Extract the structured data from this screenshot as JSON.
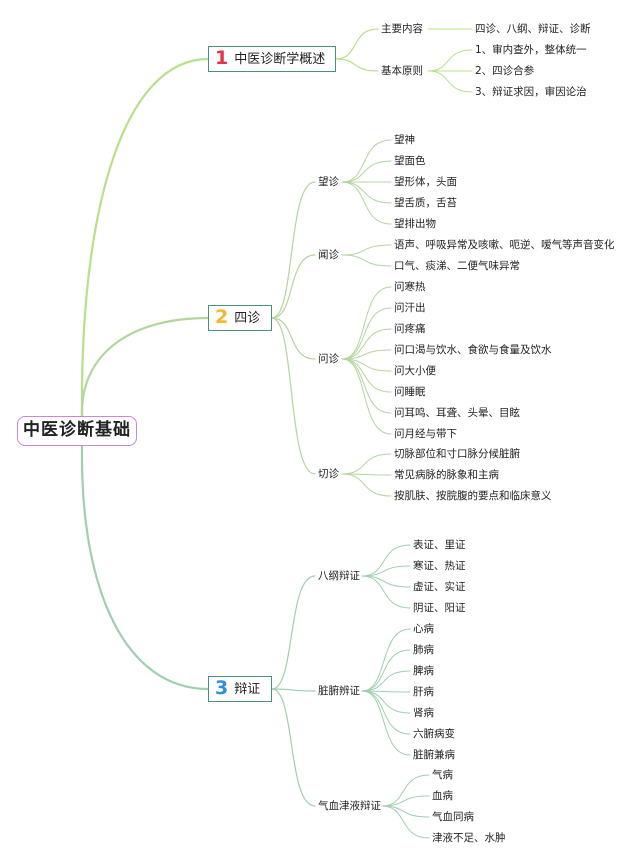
{
  "root": {
    "label": "中医诊断基础"
  },
  "branches": [
    {
      "num": "1",
      "label": "中医诊断学概述",
      "children": [
        {
          "label": "主要内容",
          "children": [
            {
              "label": "四诊、八纲、辩证、诊断"
            }
          ]
        },
        {
          "label": "基本原则",
          "children": [
            {
              "label": "1、审内查外，整体统一"
            },
            {
              "label": "2、四诊合参"
            },
            {
              "label": "3、辩证求因，审因论治"
            }
          ]
        }
      ]
    },
    {
      "num": "2",
      "label": "四诊",
      "children": [
        {
          "label": "望诊",
          "children": [
            {
              "label": "望神"
            },
            {
              "label": "望面色"
            },
            {
              "label": "望形体，头面"
            },
            {
              "label": "望舌质，舌苔"
            },
            {
              "label": "望排出物"
            }
          ]
        },
        {
          "label": "闻诊",
          "children": [
            {
              "label": "语声、呼吸异常及咳嗽、呃逆、嗳气等声音变化"
            },
            {
              "label": "口气、痰涕、二便气味异常"
            }
          ]
        },
        {
          "label": "问诊",
          "children": [
            {
              "label": "问寒热"
            },
            {
              "label": "问汗出"
            },
            {
              "label": "问疼痛"
            },
            {
              "label": "问口渴与饮水、食欲与食量及饮水"
            },
            {
              "label": "问大小便"
            },
            {
              "label": "问睡眠"
            },
            {
              "label": "问耳鸣、耳聋、头晕、目眩"
            },
            {
              "label": "问月经与带下"
            }
          ]
        },
        {
          "label": "切诊",
          "children": [
            {
              "label": "切脉部位和寸口脉分候脏腑"
            },
            {
              "label": "常见病脉的脉象和主病"
            },
            {
              "label": "按肌肤、按脘腹的要点和临床意义"
            }
          ]
        }
      ]
    },
    {
      "num": "3",
      "label": "辩证",
      "children": [
        {
          "label": "八纲辩证",
          "children": [
            {
              "label": "表证、里证"
            },
            {
              "label": "寒证、热证"
            },
            {
              "label": "虚证、实证"
            },
            {
              "label": "阴证、阳证"
            }
          ]
        },
        {
          "label": "脏腑辨证",
          "children": [
            {
              "label": "心病"
            },
            {
              "label": "肺病"
            },
            {
              "label": "脾病"
            },
            {
              "label": "肝病"
            },
            {
              "label": "肾病"
            },
            {
              "label": "六腑病变"
            },
            {
              "label": "脏腑兼病"
            }
          ]
        },
        {
          "label": "气血津液辩证",
          "children": [
            {
              "label": "气病"
            },
            {
              "label": "血病"
            },
            {
              "label": "气血同病"
            },
            {
              "label": "津液不足、水肿"
            }
          ]
        }
      ]
    }
  ],
  "colors": {
    "branch1_line": "#b8e08a",
    "branch2_line": "#b3d59e",
    "branch3_line": "#9fcfae",
    "branch_border": "#4a9080",
    "root_border": "#c987d8",
    "num1": "#e0364a",
    "num2": "#f5b82a",
    "num3": "#2f8fd6"
  }
}
